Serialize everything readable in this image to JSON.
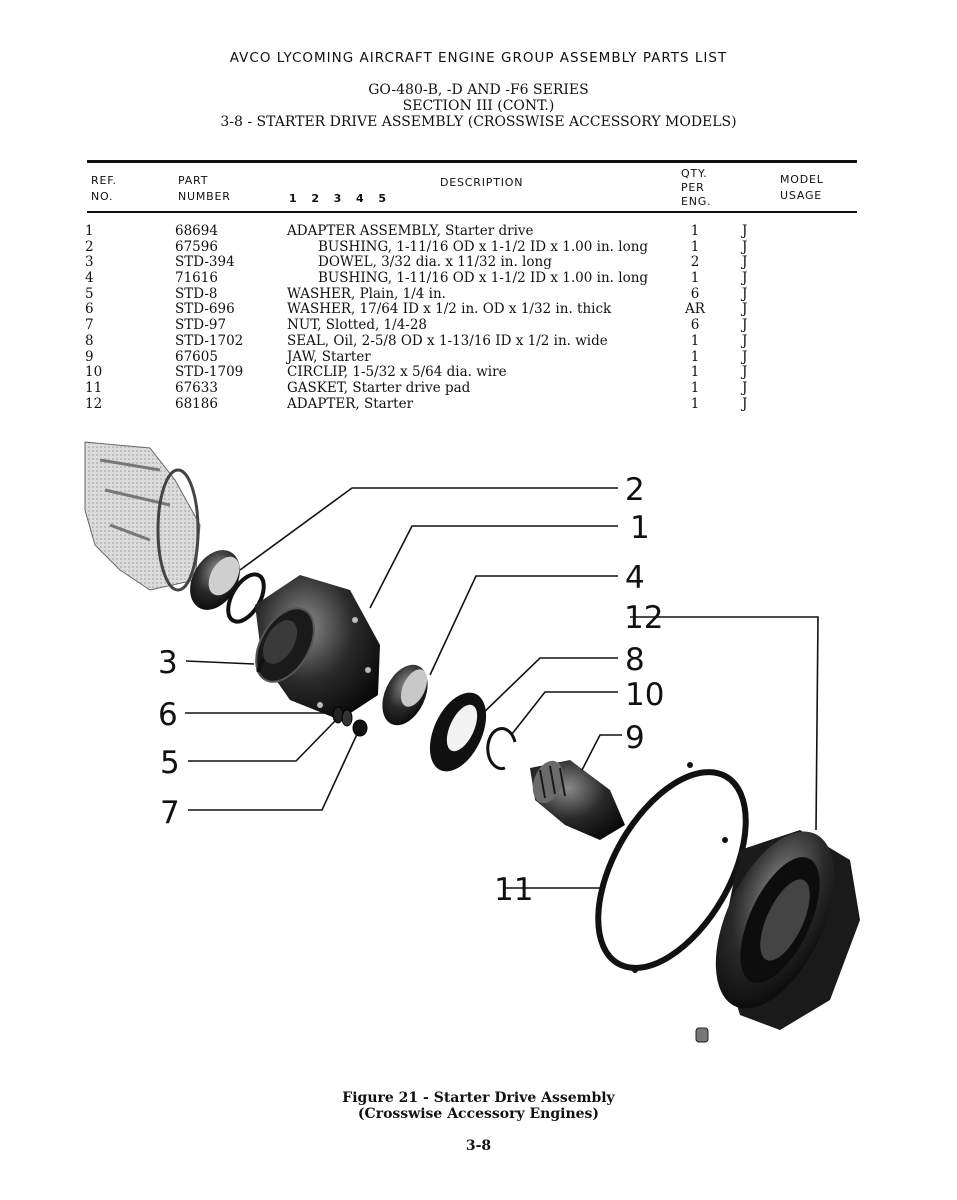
{
  "header": {
    "title": "AVCO LYCOMING AIRCRAFT ENGINE GROUP ASSEMBLY PARTS LIST",
    "series": "GO-480-B, -D AND -F6 SERIES",
    "section": "SECTION III (CONT.)",
    "assembly": "3-8 - STARTER DRIVE ASSEMBLY (CROSSWISE ACCESSORY MODELS)"
  },
  "table": {
    "headers": {
      "ref_line1": "REF.",
      "ref_line2": "NO.",
      "part_line1": "PART",
      "part_line2": "NUMBER",
      "description": "DESCRIPTION",
      "indent_levels": "1   2   3   4   5",
      "qty_line1": "QTY.",
      "qty_line2": "PER",
      "qty_line3": "ENG.",
      "usage_line1": "MODEL",
      "usage_line2": "USAGE"
    },
    "rows": [
      {
        "ref": "1",
        "part": "68694",
        "desc": "ADAPTER ASSEMBLY, Starter drive",
        "indent": 0,
        "qty": "1",
        "usage": "J"
      },
      {
        "ref": "2",
        "part": "67596",
        "desc": "BUSHING, 1-11/16 OD x 1-1/2 ID x 1.00 in. long",
        "indent": 1,
        "qty": "1",
        "usage": "J"
      },
      {
        "ref": "3",
        "part": "STD-394",
        "desc": "DOWEL, 3/32 dia. x 11/32 in. long",
        "indent": 1,
        "qty": "2",
        "usage": "J"
      },
      {
        "ref": "4",
        "part": "71616",
        "desc": "BUSHING, 1-11/16 OD x 1-1/2 ID x 1.00 in. long",
        "indent": 1,
        "qty": "1",
        "usage": "J"
      },
      {
        "ref": "5",
        "part": "STD-8",
        "desc": "WASHER, Plain, 1/4 in.",
        "indent": 0,
        "qty": "6",
        "usage": "J"
      },
      {
        "ref": "6",
        "part": "STD-696",
        "desc": "WASHER, 17/64 ID x 1/2 in. OD x 1/32 in. thick",
        "indent": 0,
        "qty": "AR",
        "usage": "J"
      },
      {
        "ref": "7",
        "part": "STD-97",
        "desc": "NUT, Slotted, 1/4-28",
        "indent": 0,
        "qty": "6",
        "usage": "J"
      },
      {
        "ref": "8",
        "part": "STD-1702",
        "desc": "SEAL, Oil, 2-5/8 OD x 1-13/16 ID x 1/2 in. wide",
        "indent": 0,
        "qty": "1",
        "usage": "J"
      },
      {
        "ref": "9",
        "part": "67605",
        "desc": "JAW, Starter",
        "indent": 0,
        "qty": "1",
        "usage": "J"
      },
      {
        "ref": "10",
        "part": "STD-1709",
        "desc": "CIRCLIP, 1-5/32 x 5/64 dia. wire",
        "indent": 0,
        "qty": "1",
        "usage": "J"
      },
      {
        "ref": "11",
        "part": "67633",
        "desc": "GASKET, Starter drive pad",
        "indent": 0,
        "qty": "1",
        "usage": "J"
      },
      {
        "ref": "12",
        "part": "68186",
        "desc": "ADAPTER, Starter",
        "indent": 0,
        "qty": "1",
        "usage": "J"
      }
    ]
  },
  "figure": {
    "callouts": {
      "c1": "1",
      "c2": "2",
      "c3": "3",
      "c4": "4",
      "c5": "5",
      "c6": "6",
      "c7": "7",
      "c8": "8",
      "c9": "9",
      "c10": "10",
      "c11": "11",
      "c12": "12"
    },
    "caption_line1": "Figure 21 - Starter Drive Assembly",
    "caption_line2": "(Crosswise Accessory Engines)"
  },
  "page_number": "3-8"
}
